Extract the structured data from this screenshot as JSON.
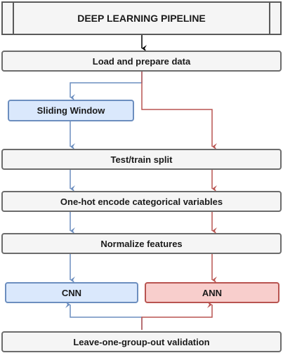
{
  "title": "DEEP LEARNING PIPELINE",
  "nodes": {
    "load": "Load and prepare data",
    "sliding": "Sliding Window",
    "split": "Test/train split",
    "onehot": "One-hot encode categorical variables",
    "normalize": "Normalize features",
    "cnn": "CNN",
    "ann": "ANN",
    "validation": "Leave-one-group-out validation"
  },
  "colors": {
    "blue_fill": "#dae8fc",
    "blue_stroke": "#6c8ebf",
    "red_fill": "#f8cecc",
    "red_stroke": "#b85450",
    "gray_fill": "#f5f5f5",
    "gray_stroke": "#6c6c6c",
    "black_arrow": "#000000"
  }
}
